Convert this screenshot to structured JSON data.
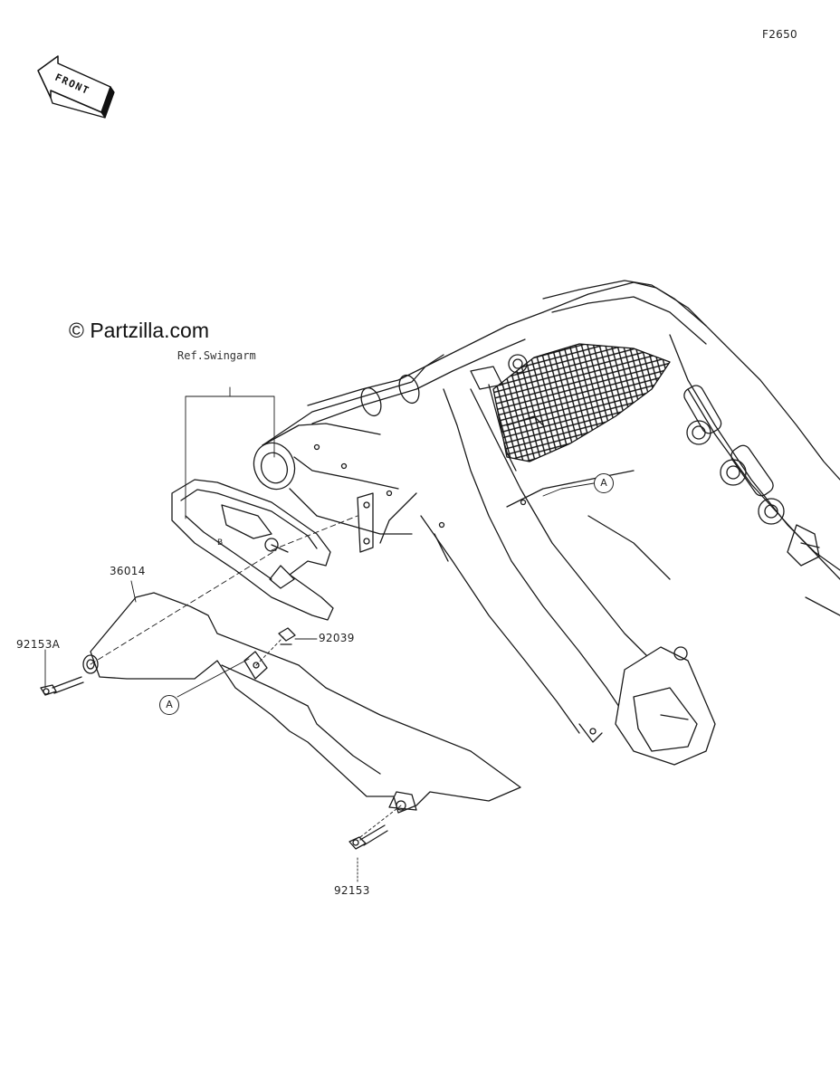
{
  "figure_code": "F2650",
  "front_arrow_text": "FRONT",
  "watermark": "© Partzilla.com",
  "ref_label": "Ref.Swingarm",
  "callouts": {
    "chain_cover": "36014",
    "bolt_left": "92153A",
    "bolt_bottom": "92153",
    "collar": "92039"
  },
  "ref_marker_a": "A",
  "ref_marker_b": "B",
  "icons": [
    "front-arrow-icon"
  ]
}
